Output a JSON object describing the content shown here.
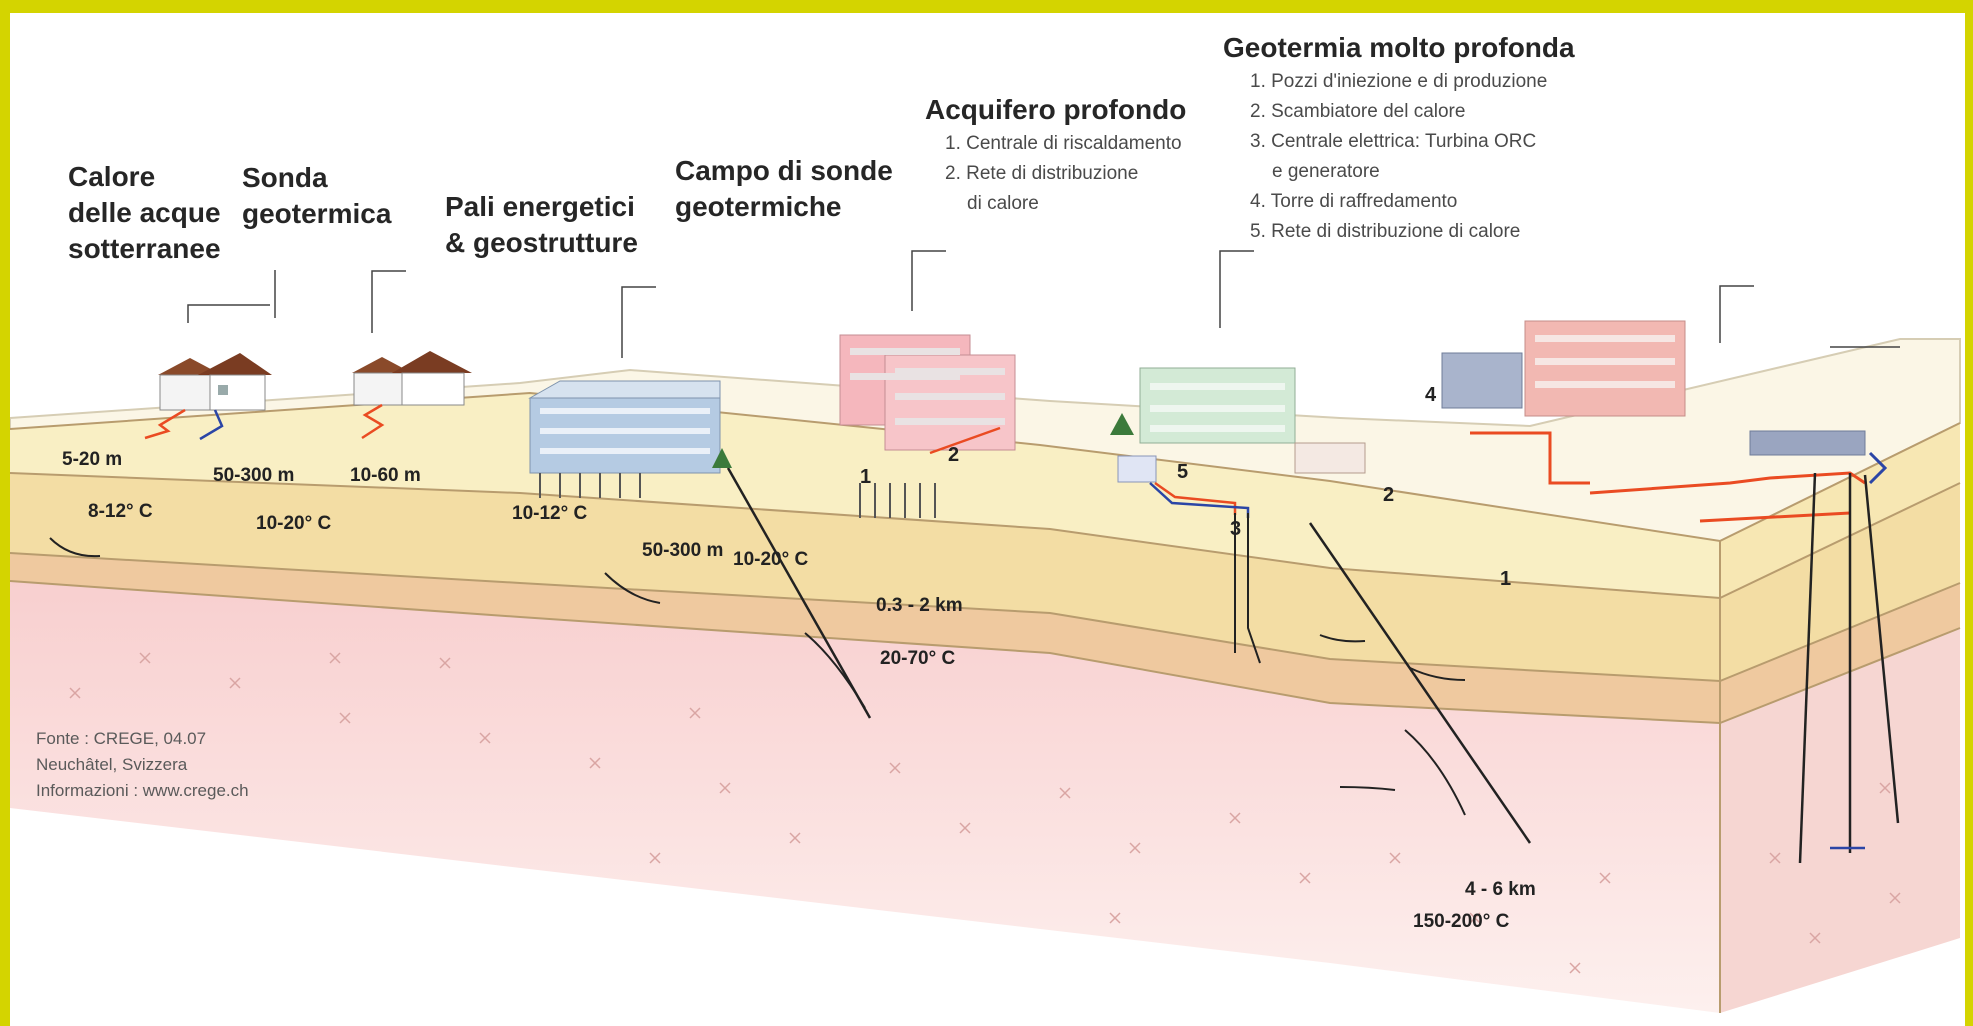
{
  "diagram": {
    "colors": {
      "border": "#d4d400",
      "stratum_top": "#f9efc4",
      "stratum_mid": "#f3dda4",
      "stratum_band": "#efc99f",
      "bedrock": "#f9dad7",
      "heat_pipe": "#ea4b22",
      "cold_pipe": "#2b45a6"
    },
    "sections": [
      {
        "title": [
          "Calore",
          "delle acque",
          "sotterranee"
        ]
      },
      {
        "title": [
          "Sonda",
          "geotermica"
        ]
      },
      {
        "title": [
          "Pali energetici",
          "& geostrutture"
        ]
      },
      {
        "title": [
          "Campo di sonde",
          "geotermiche"
        ]
      },
      {
        "title": [
          "Acquifero profondo"
        ],
        "items": [
          "1. Centrale di riscaldamento",
          "2. Rete di distribuzione",
          "di calore"
        ]
      },
      {
        "title": [
          "Geotermia molto profonda"
        ],
        "items": [
          "1. Pozzi d'iniezione e di produzione",
          "2. Scambiatore del calore",
          "3. Centrale elettrica: Turbina ORC",
          "e generatore",
          "4. Torre di raffredamento",
          "5. Rete di distribuzione di calore"
        ]
      }
    ],
    "labels": [
      {
        "text": "5-20 m"
      },
      {
        "text": "8-12° C"
      },
      {
        "text": "50-300 m"
      },
      {
        "text": "10-20° C"
      },
      {
        "text": "10-60 m"
      },
      {
        "text": "10-12° C"
      },
      {
        "text": "50-300 m"
      },
      {
        "text": "10-20° C"
      },
      {
        "text": "0.3 - 2 km"
      },
      {
        "text": "20-70° C"
      },
      {
        "text": "4 - 6 km"
      },
      {
        "text": "150-200° C"
      }
    ],
    "numbers": [
      "1",
      "2",
      "5",
      "3",
      "4",
      "2",
      "1"
    ],
    "source": [
      "Fonte : CREGE, 04.07",
      "Neuchâtel, Svizzera",
      "Informazioni : www.crege.ch"
    ]
  }
}
